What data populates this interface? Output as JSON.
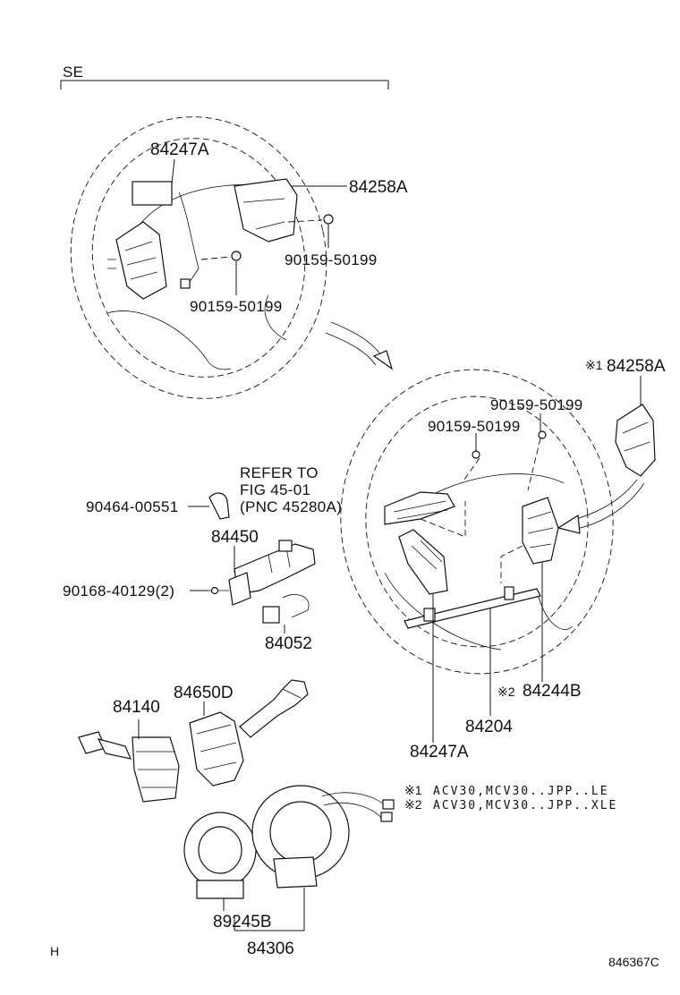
{
  "diagram": {
    "section_label": "SE",
    "corner_mark": "H",
    "drawing_code": "846367C",
    "parts": {
      "p84247A_top": "84247A",
      "p84258A_top": "84258A",
      "p90159_top_right": "90159-50199",
      "p90159_top_left": "90159-50199",
      "p84258A_right": "84258A",
      "p84258A_right_mark": "※1",
      "p90159_r1": "90159-50199",
      "p90159_r2": "90159-50199",
      "p90464": "90464-00551",
      "p84450": "84450",
      "p90168": "90168-40129(2)",
      "p84052": "84052",
      "p84140": "84140",
      "p84650D": "84650D",
      "p84244B": "84244B",
      "p84244B_mark": "※2",
      "p84204": "84204",
      "p84247A_bottom": "84247A",
      "p89245B": "89245B",
      "p84306": "84306"
    },
    "refer": {
      "line1": "REFER TO",
      "line2": "FIG 45-01",
      "line3": "(PNC 45280A)"
    },
    "notes": [
      {
        "mark": "※1",
        "text": "ACV30,MCV30..JPP..LE"
      },
      {
        "mark": "※2",
        "text": "ACV30,MCV30..JPP..XLE"
      }
    ]
  }
}
